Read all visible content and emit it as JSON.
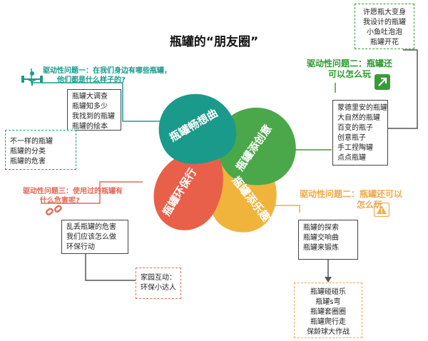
{
  "title": "瓶罐的“朋友圈”",
  "petals": {
    "teal": "瓶罐畅想曲",
    "green": "瓶罐添创意",
    "red": "瓶罐环保行",
    "yellow": "瓶罐添乐趣"
  },
  "question1": {
    "line1": "驱动性问题一：在我们身边有哪些瓶罐，",
    "line2": "他们都是什么样子的?",
    "box_main": [
      "瓶罐大调查",
      "瓶罐知多少",
      "我找到的瓶罐",
      "瓶罐的绘本"
    ],
    "box_sub": [
      "不一样的瓶罐",
      "瓶罐的分类",
      "瓶罐的危害"
    ]
  },
  "question2_top": {
    "line1": "驱动性问题二：瓶罐还",
    "line2": "可以怎么玩",
    "box_main": [
      "蒙德里安的瓶罐",
      "大自然的瓶罐",
      "百变的瓶子",
      "创意瓶子",
      "手工捏陶罐",
      "点点瓶罐"
    ],
    "box_top": [
      "许愿瓶大变身",
      "我设计的瓶罐",
      "小鱼吐泡泡",
      "瓶罐开花"
    ]
  },
  "question3": {
    "line1": "驱动性问题三：使用过的瓶罐有",
    "line2": "什么危害呢?",
    "box_main": [
      "乱丢瓶罐的危害",
      "我们应该怎么做",
      "环保行动"
    ],
    "box_sub": [
      "家园互动：",
      "环保小达人"
    ]
  },
  "question2_bottom": {
    "line1": "驱动性问题二：瓶罐还可以",
    "line2": "怎么玩",
    "box_main": [
      "瓶罐的探索",
      "瓶罐交响曲",
      "瓶罐来锻炼"
    ],
    "box_sub": [
      "瓶罐碰碰乐",
      "瓶罐s弯",
      "瓶罐套圈圈",
      "瓶罐爬行走",
      "保龄球大作战"
    ]
  },
  "colors": {
    "teal": "#1a9a8a",
    "green": "#3a9a3a",
    "red": "#e8604a",
    "yellow": "#f0b43c",
    "orange": "#f0a850"
  },
  "icons": {
    "q1": "weightlifter-icon",
    "q2_top": "arrow-up-right-icon",
    "q3": "broken-chain-icon",
    "q2_bottom": "warning-icon"
  }
}
